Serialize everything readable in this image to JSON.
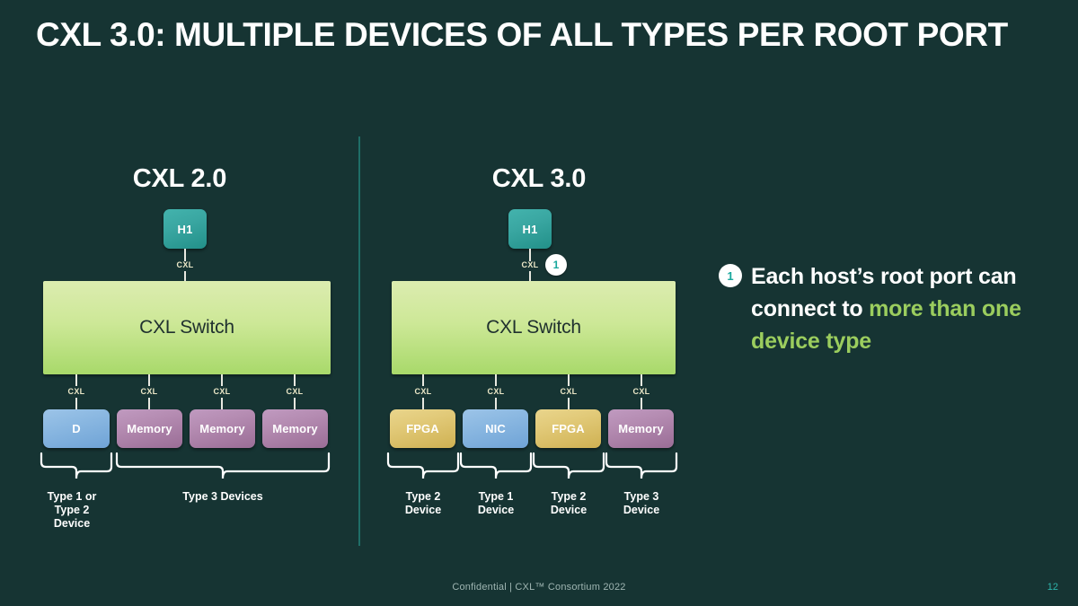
{
  "slide": {
    "title": "CXL 3.0: MULTIPLE DEVICES OF ALL TYPES PER ROOT PORT",
    "background_color": "#163433",
    "accent_teal": "#2eb5ab",
    "accent_green": "#9bcd5e"
  },
  "panels": [
    {
      "id": "cxl2",
      "title": "CXL 2.0",
      "host": {
        "label": "H1"
      },
      "uplink": {
        "label": "CXL"
      },
      "switch": {
        "label": "CXL Switch"
      },
      "ports": [
        {
          "link_label": "CXL",
          "device_label": "D",
          "device_color": "blue"
        },
        {
          "link_label": "CXL",
          "device_label": "Memory",
          "device_color": "purple"
        },
        {
          "link_label": "CXL",
          "device_label": "Memory",
          "device_color": "purple"
        },
        {
          "link_label": "CXL",
          "device_label": "Memory",
          "device_color": "purple"
        }
      ],
      "groups": [
        {
          "label": "Type 1 or\nType 2\nDevice"
        },
        {
          "label": "Type 3 Devices"
        }
      ]
    },
    {
      "id": "cxl3",
      "title": "CXL 3.0",
      "host": {
        "label": "H1"
      },
      "uplink": {
        "label": "CXL",
        "badge": "1"
      },
      "switch": {
        "label": "CXL Switch"
      },
      "ports": [
        {
          "link_label": "CXL",
          "device_label": "FPGA",
          "device_color": "gold"
        },
        {
          "link_label": "CXL",
          "device_label": "NIC",
          "device_color": "blue"
        },
        {
          "link_label": "CXL",
          "device_label": "FPGA",
          "device_color": "gold"
        },
        {
          "link_label": "CXL",
          "device_label": "Memory",
          "device_color": "purple"
        }
      ],
      "groups": [
        {
          "label": "Type 2\nDevice"
        },
        {
          "label": "Type 1\nDevice"
        },
        {
          "label": "Type 2\nDevice"
        },
        {
          "label": "Type 3\nDevice"
        }
      ]
    }
  ],
  "callout": {
    "badge": "1",
    "text_part1": "Each host’s root port can connect to ",
    "text_highlight": "more than one device type"
  },
  "footer": {
    "text": "Confidential  |  CXL™ Consortium 2022",
    "page_number": "12"
  }
}
